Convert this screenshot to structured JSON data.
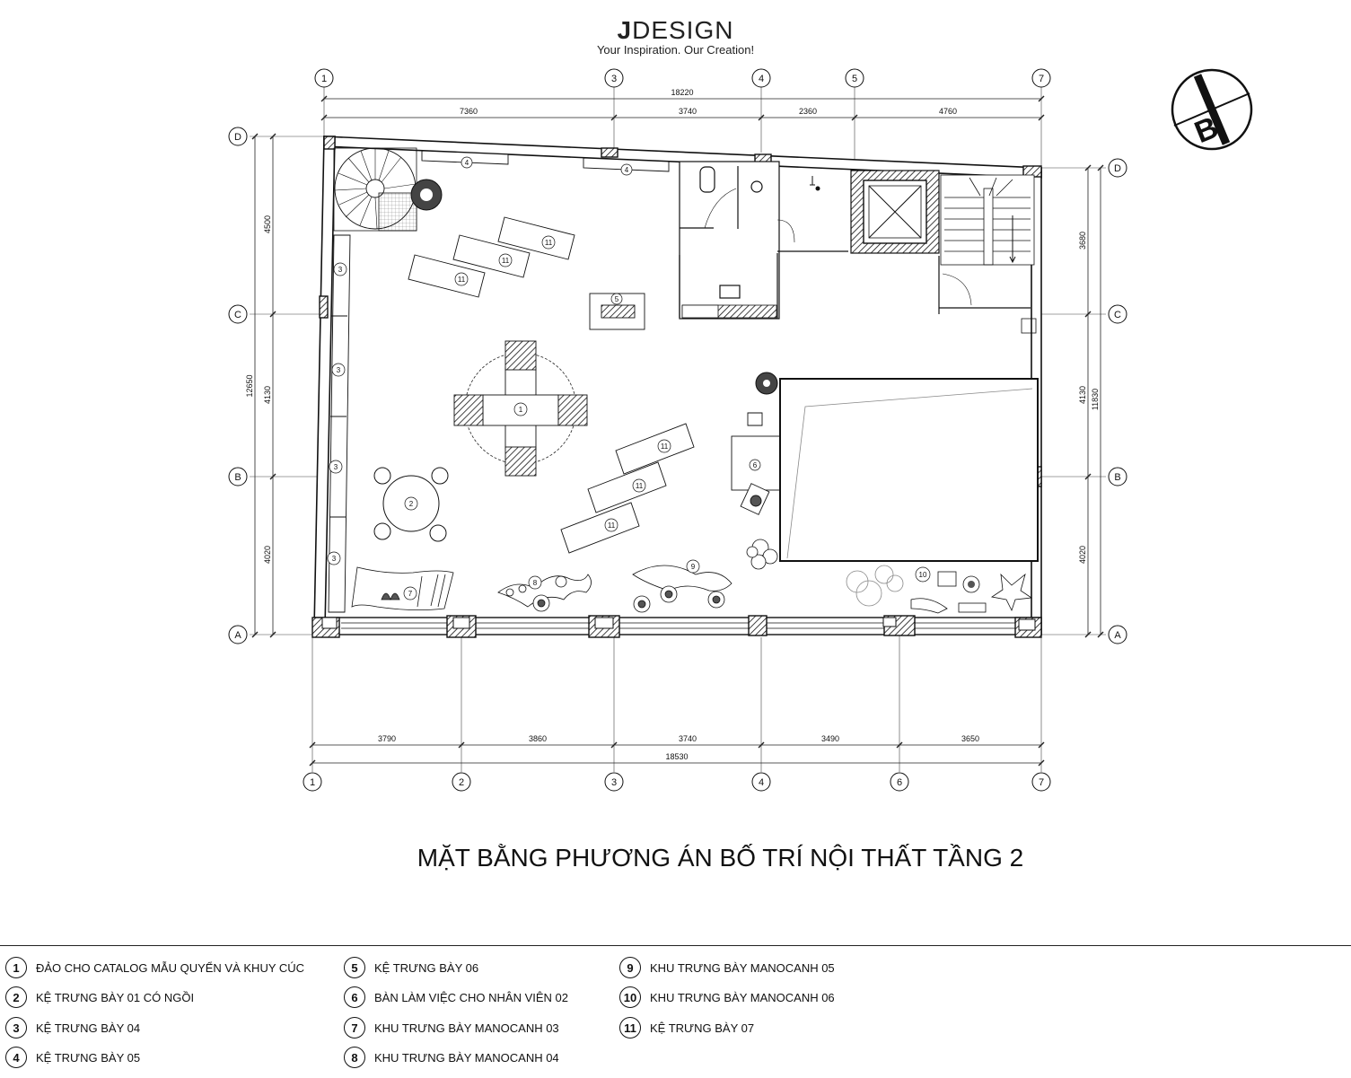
{
  "logo": {
    "brand": "DESIGN",
    "brand_initial": "J",
    "tagline": "Your Inspiration. Our Creation!"
  },
  "north_arrow_label": "B",
  "title": "MẶT BẰNG PHƯƠNG ÁN BỐ TRÍ NỘI THẤT TẦNG 2",
  "top_axes": [
    "1",
    "3",
    "4",
    "5",
    "7"
  ],
  "bottom_axes": [
    "1",
    "2",
    "3",
    "4",
    "6",
    "7"
  ],
  "left_axes": [
    "D",
    "C",
    "B",
    "A"
  ],
  "right_axes": [
    "D",
    "C",
    "B",
    "A"
  ],
  "dimensions": {
    "top_total": "18220",
    "top_segments": [
      "7360",
      "3740",
      "2360",
      "4760"
    ],
    "bottom_segments": [
      "3790",
      "3860",
      "3740",
      "3490",
      "3650"
    ],
    "bottom_total": "18530",
    "left_total": "12650",
    "left_segments": [
      "4500",
      "4130",
      "4020"
    ],
    "right_total": "11830",
    "right_segments": [
      "3680",
      "4130",
      "4020"
    ]
  },
  "plan_tags": {
    "t1": "1",
    "t2": "2",
    "t3a": "3",
    "t3b": "3",
    "t3c": "3",
    "t3d": "3",
    "t4": "4",
    "t4b": "4",
    "t5": "5",
    "t6": "6",
    "t7": "7",
    "t8": "8",
    "t9": "9",
    "t10": "10",
    "t11a": "11",
    "t11b": "11",
    "t11c": "11",
    "t11d": "11",
    "t11e": "11",
    "t11f": "11"
  },
  "legend": [
    {
      "num": "1",
      "text": "ĐẢO CHO CATALOG MẪU QUYỂN VÀ KHUY CÚC"
    },
    {
      "num": "2",
      "text": "KỆ TRƯNG BÀY 01 CÓ NGỒI"
    },
    {
      "num": "3",
      "text": "KỆ TRƯNG  BÀY 04"
    },
    {
      "num": "4",
      "text": "KỆ TRƯNG BÀY 05"
    },
    {
      "num": "5",
      "text": "KỆ TRƯNG BÀY 06"
    },
    {
      "num": "6",
      "text": "BÀN LÀM VIỆC CHO NHÂN VIÊN 02"
    },
    {
      "num": "7",
      "text": "KHU TRƯNG BÀY MANOCANH 03"
    },
    {
      "num": "8",
      "text": "KHU TRƯNG BÀY  MANOCANH 04"
    },
    {
      "num": "9",
      "text": "KHU TRƯNG BÀY MANOCANH 05"
    },
    {
      "num": "10",
      "text": "KHU TRƯNG BÀY MANOCANH 06"
    },
    {
      "num": "11",
      "text": "KỆ TRƯNG BÀY 07"
    }
  ]
}
